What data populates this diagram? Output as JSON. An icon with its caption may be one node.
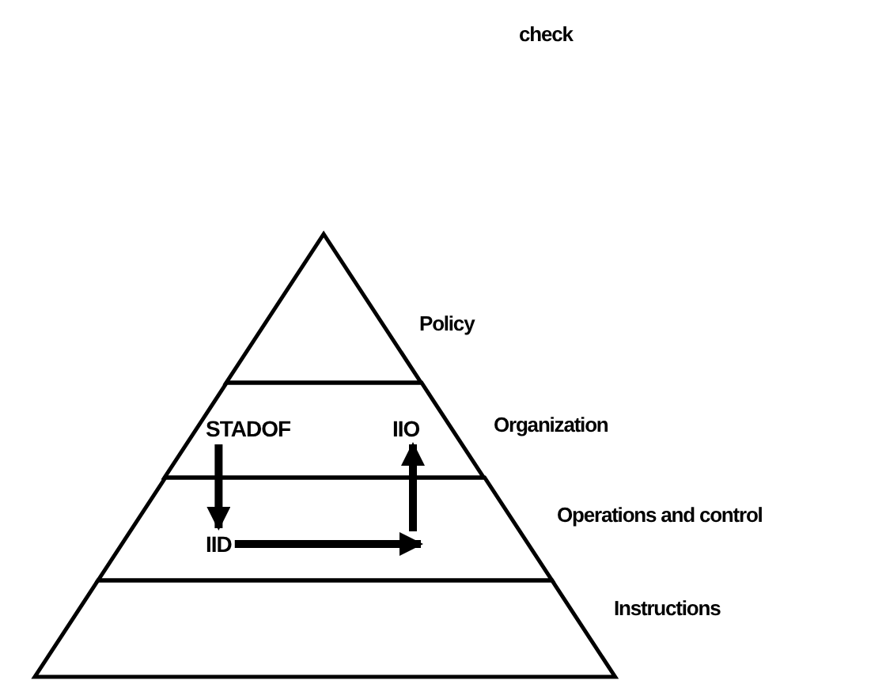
{
  "diagram": {
    "title": "check",
    "nodes": [
      {
        "text": [
          "Policy"
        ]
      },
      {
        "text": [
          "Organization"
        ]
      },
      {
        "text": [
          "STADOF"
        ],
        "in": 1
      },
      {
        "text": [
          "IIO"
        ],
        "in": 1
      },
      {
        "text": [
          "Operations and control"
        ]
      },
      {
        "text": [
          "IID"
        ],
        "in": 4
      },
      {
        "text": [
          "Instructions"
        ]
      }
    ],
    "edges": [
      {
        "from": 2,
        "to": 5,
        "arrow": "to"
      },
      {
        "from": 5,
        "to": null,
        "arrow": "to"
      },
      {
        "from": null,
        "to": 3,
        "arrow": "to"
      }
    ]
  }
}
